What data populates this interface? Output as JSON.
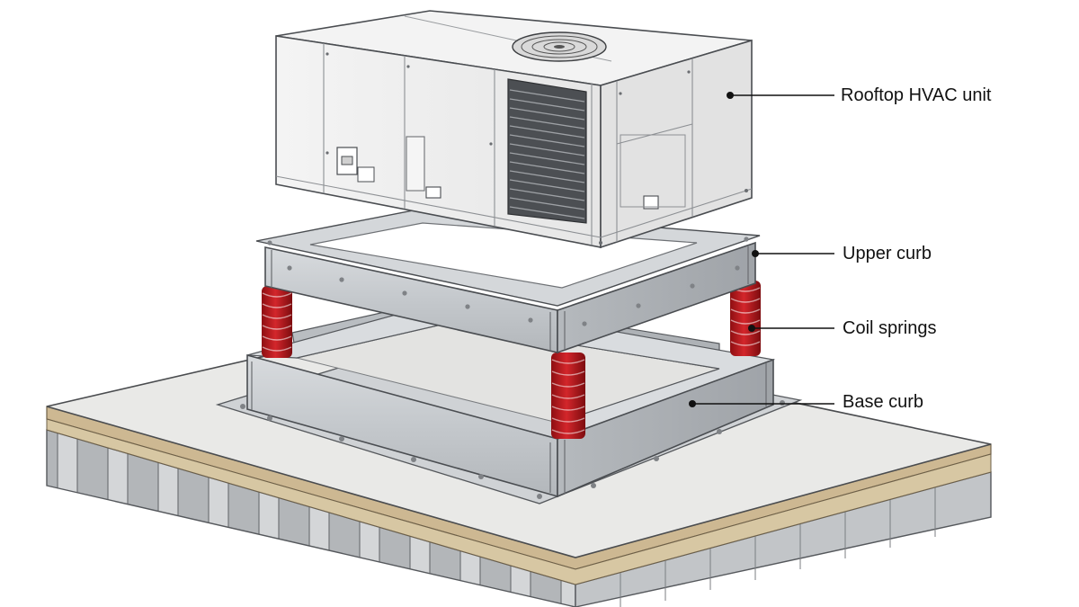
{
  "diagram": {
    "labels": {
      "hvac_unit": "Rooftop HVAC unit",
      "upper_curb": "Upper curb",
      "coil_springs": "Coil springs",
      "base_curb": "Base curb"
    },
    "colors": {
      "spring": "#b3161b",
      "galvanized_steel": "#c9cccf",
      "unit_panel": "#efefef",
      "roof_membrane": "#e8e8e6",
      "insulation": "#cdb892",
      "deck": "#a8abae",
      "leader_line": "#111111"
    },
    "icons": [
      "fan-grille-icon",
      "louver-grille-icon"
    ]
  }
}
